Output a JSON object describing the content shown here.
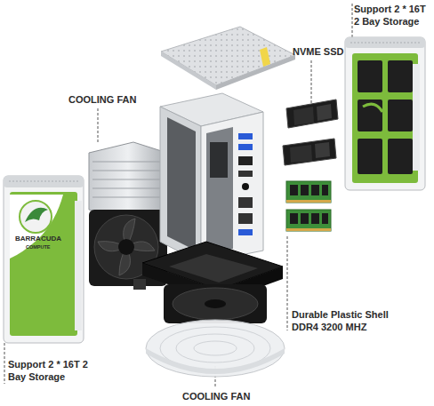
{
  "diagram": {
    "labels": [
      "Support 2 * 16T 2 Bay Storage",
      "NVME SSD",
      "COOLING FAN",
      "Durable Plastic Shell DDR4 3200 MHZ",
      "BARRACUDA",
      "COMPUTE",
      "Support 2 * 16T 2 Bay Storage",
      "COOLING FAN"
    ]
  }
}
